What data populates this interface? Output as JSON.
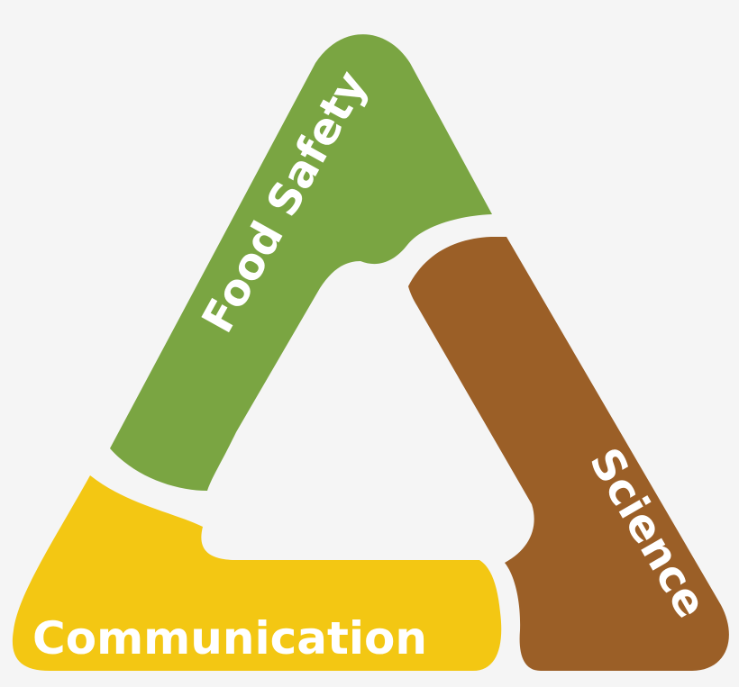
{
  "diagram": {
    "segments": [
      {
        "id": "food-safety",
        "label": "Food Safety",
        "color": "#7aa542"
      },
      {
        "id": "science",
        "label": "Science",
        "color": "#9b5f27"
      },
      {
        "id": "communication",
        "label": "Communication",
        "color": "#f3c713"
      }
    ],
    "background": "#f5f5f5",
    "label_color": "#ffffff"
  }
}
